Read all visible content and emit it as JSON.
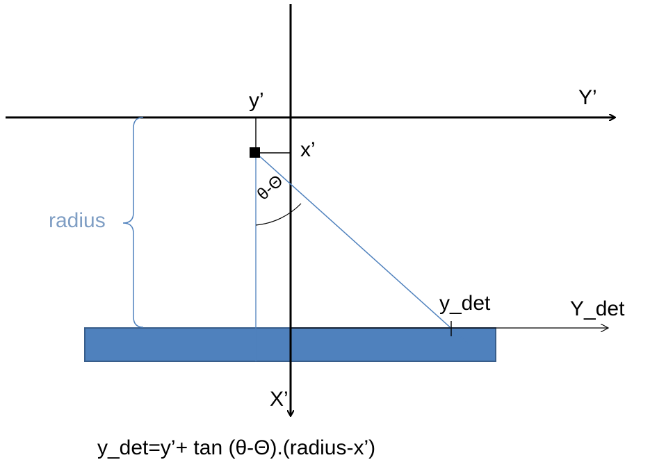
{
  "labels": {
    "y_prime": "y’",
    "Y_prime_axis": "Y’",
    "x_prime": "x’",
    "angle": "θ-Θ",
    "radius": "radius",
    "y_det": "y_det",
    "Y_det_axis": "Y_det",
    "X_prime_axis": "X’"
  },
  "equation": "y_det=y’+ tan (θ-Θ).(radius-x’)",
  "colors": {
    "axis": "#000000",
    "guide_line": "#4f81bd",
    "detector_fill": "#4f81bd",
    "detector_border": "#385d8a",
    "radius_label": "#7f9ec4"
  }
}
